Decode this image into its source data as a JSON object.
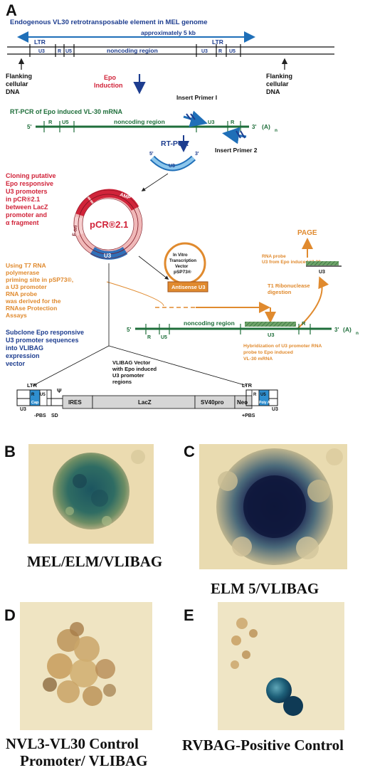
{
  "panel_letters": {
    "a": "A",
    "b": "B",
    "c": "C",
    "d": "D",
    "e": "E"
  },
  "genome": {
    "title": "Endogenous VL30 retrotransposable element in MEL genome",
    "size": "approximately 5 kb",
    "ltr": "LTR",
    "u3": "U3",
    "r": "R",
    "u5": "U5",
    "noncoding": "noncoding region",
    "flank_left": [
      "Flanking",
      "cellular",
      "DNA"
    ],
    "flank_right": [
      "Flanking",
      "cellular",
      "DNA"
    ]
  },
  "epo": {
    "line1": "Epo",
    "line2": "Induction"
  },
  "primers": {
    "insert1": "Insert Primer I",
    "insert2": "Insert Primer 2"
  },
  "rtpcr": {
    "title": "RT-PCR of Epo induced VL-30 mRNA",
    "five": "5'",
    "three": "3'",
    "polyA": "(A)",
    "polyA_sub": "n",
    "r": "R",
    "u5": "U5",
    "noncoding": "noncoding region",
    "u3": "U3",
    "rtpcr_label": "RT-PCR",
    "frag_u3": "U3",
    "frag_5": "5'",
    "frag_3": "3'"
  },
  "cloning": {
    "lines": [
      "Cloning putative",
      "Epo responsive",
      "U3 promoters",
      "in pCR®2.1",
      "between LacZ",
      "promoter and",
      "α fragment"
    ],
    "plasmid_name": "pCR®2.1",
    "amp": "AMP",
    "fori": "F ori",
    "u3": "U3"
  },
  "ivt": {
    "lines": [
      "In Vitro",
      "Transcription",
      "Vector",
      "pSP73®"
    ],
    "antisense": "Antisense U3"
  },
  "t7": {
    "lines": [
      "Using T7 RNA",
      "polymerase",
      "priming site in pSP73®,",
      "a U3 promoter",
      "RNA probe",
      "was derived for the",
      "RNAse Protection",
      "Assays"
    ]
  },
  "page": {
    "label": "PAGE",
    "probe_line1": "RNA probe",
    "probe_line2": "U3 from Epo induced VL30",
    "probe_u3": "U3",
    "t1_line1": "T1 Ribonuclease",
    "t1_line2": "digestion"
  },
  "hybrid": {
    "five": "5'",
    "r": "R",
    "u5": "U5",
    "noncoding": "noncoding region",
    "u3": "U3",
    "rr": "R",
    "three": "3'",
    "polyA": "(A)",
    "polyA_sub": "n",
    "caption": [
      "Hybridization of U3 promoter RNA",
      "probe to Epo induced",
      "VL-30 mRNA"
    ]
  },
  "subclone": {
    "lines": [
      "Subclone Epo responsive",
      "U3 promoter sequences",
      "into VLIBAG",
      "expression",
      "vector"
    ]
  },
  "vector": {
    "title_lines": [
      "VLIBAG Vector",
      "with Epo induced",
      "U3 promoter",
      "regions"
    ],
    "ltr_left": "LTR",
    "ltr_right": "LTR",
    "u3_left": "U3",
    "r_left": "R",
    "u5_left": "U5",
    "r_right": "R",
    "u5_right": "U5",
    "u3_right": "U3",
    "cap": "Cap",
    "psi": "Ψ",
    "ires": "IRES",
    "lacz": "LacZ",
    "sv40": "SV40pro",
    "neo": "Neo",
    "polya": "Poly A",
    "pbs_minus": "-PBS",
    "sd": "SD",
    "pbs_plus": "+PBS"
  },
  "captions": {
    "b": "MEL/ELM/VLIBAG",
    "c": "ELM 5/VLIBAG",
    "d_line1": "NVL3-VL30 Control",
    "d_line2": "Promoter/ VLIBAG",
    "e": "RVBAG-Positive Control"
  },
  "colors": {
    "blue_text": "#1d3d8f",
    "red_text": "#d1243a",
    "orange_text": "#e08a2e",
    "green_line": "#1e6e3a",
    "blue_arrow": "#1f6fb8",
    "box_blue": "#2f8fd0"
  }
}
